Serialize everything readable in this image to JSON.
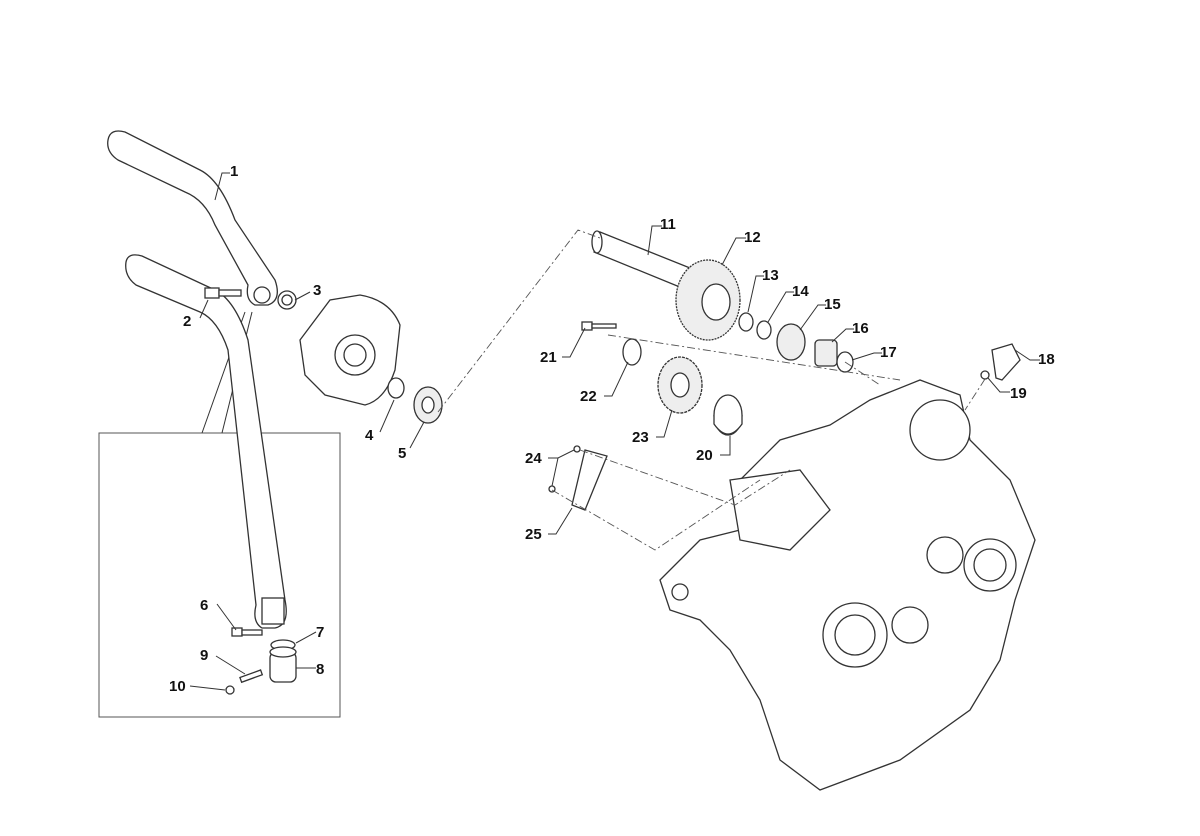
{
  "diagram": {
    "title": "Kick start assembly exploded view",
    "callouts": [
      "1",
      "2",
      "3",
      "4",
      "5",
      "6",
      "7",
      "8",
      "9",
      "10",
      "11",
      "12",
      "13",
      "14",
      "15",
      "16",
      "17",
      "18",
      "19",
      "20",
      "21",
      "22",
      "23",
      "24",
      "25"
    ]
  }
}
